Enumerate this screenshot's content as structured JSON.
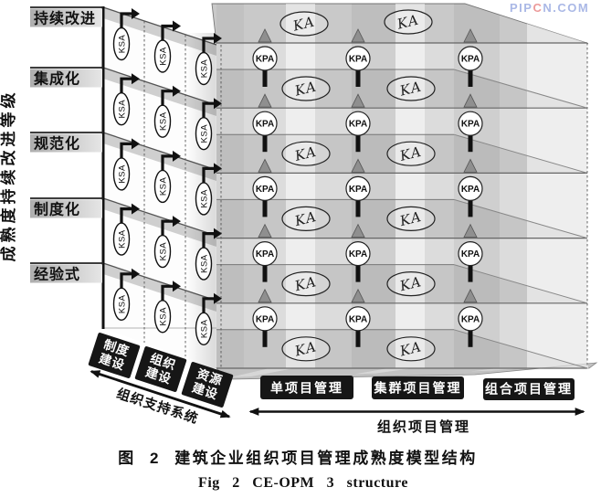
{
  "watermark": {
    "part1": "PIP",
    "part2": "C",
    "part3": "N.COM"
  },
  "y_axis": {
    "label": "成熟度持续改进等级"
  },
  "maturity_levels": [
    {
      "label": "持续改进"
    },
    {
      "label": "集成化"
    },
    {
      "label": "规范化"
    },
    {
      "label": "制度化"
    },
    {
      "label": "经验式"
    }
  ],
  "node_labels": {
    "ksa": "KSA",
    "kpa": "KPA",
    "ka": "KA"
  },
  "support_system": {
    "boxes": [
      {
        "line1": "制度",
        "line2": "建设"
      },
      {
        "line1": "组织",
        "line2": "建设"
      },
      {
        "line1": "资源",
        "line2": "建设"
      }
    ],
    "axis_label": "组织支持系统"
  },
  "project_levels": {
    "boxes": [
      {
        "label": "单项目管理"
      },
      {
        "label": "集群项目管理"
      },
      {
        "label": "组合项目管理"
      }
    ],
    "axis_label": "组织项目管理"
  },
  "caption": {
    "zh": "图 2  建筑企业组织项目管理成熟度模型结构",
    "en": "Fig 2  CE-OPM 3 structure"
  },
  "colors": {
    "floor_light": "#dcdcdc",
    "floor_dark": "#c6c6c6",
    "top_slab": "#c9c9c9",
    "bottom_slab": "#c2c2c2",
    "panel_slab": "#cfcfcf",
    "box_black": "#161616",
    "box_text": "#ffffff",
    "watermark_blue": "#aab8e6",
    "watermark_red": "#ec9a9a"
  }
}
